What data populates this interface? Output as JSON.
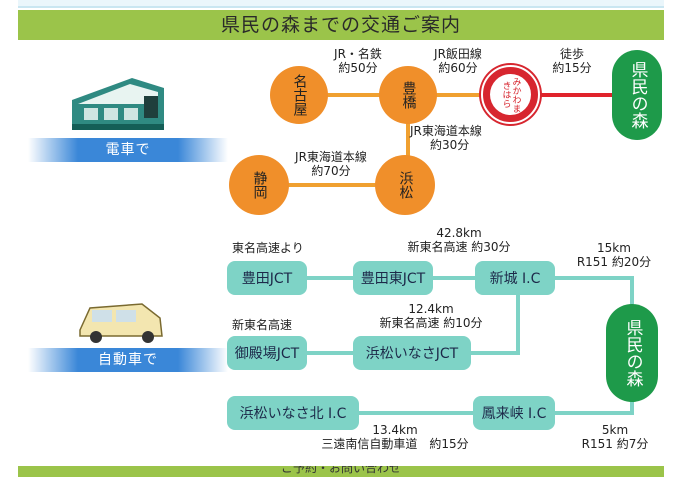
{
  "header": {
    "title": "県民の森までの交通ご案内"
  },
  "footer": {
    "partial_text": "ご予約・お問い合わせ"
  },
  "colors": {
    "header_green": "#9bc44a",
    "station_orange": "#f08f2a",
    "forest_green": "#1e9a4a",
    "rail_orange": "#f0a030",
    "walk_red": "#e0232b",
    "road_teal": "#7ed3c6",
    "banner_blue": "#3a87d8"
  },
  "train": {
    "banner": "電車で",
    "icon": "train-icon",
    "stations": {
      "nagoya": "名古屋",
      "toyohashi": "豊橋",
      "shizuoka": "静岡",
      "hamamatsu": "浜松",
      "mikawa_makihara": "みかわまきはら",
      "destination": "県民の森"
    },
    "segments": {
      "nagoya_toyohashi_line": "JR・名鉄",
      "nagoya_toyohashi_time": "約50分",
      "iida_line": "JR飯田線",
      "iida_time": "約60分",
      "walk_line": "徒歩",
      "walk_time": "約15分",
      "toyohashi_hamamatsu_line": "JR東海道本線",
      "toyohashi_hamamatsu_time": "約30分",
      "shizuoka_hamamatsu_line": "JR東海道本線",
      "shizuoka_hamamatsu_time": "約70分"
    }
  },
  "car": {
    "banner": "自動車で",
    "icon": "car-icon",
    "nodes": {
      "toyota_jct": "豊田JCT",
      "toyota_higashi_jct": "豊田東JCT",
      "shinshiro_ic": "新城 I.C",
      "gotemba_jct": "御殿場JCT",
      "hamamatsu_inasa_jct": "浜松いなさJCT",
      "hamamatsu_inasa_kita_ic": "浜松いなさ北 I.C",
      "horaikyo_ic": "鳳来峡 I.C",
      "destination": "県民の森"
    },
    "labels": {
      "tomei_from": "東名高速より",
      "shintomei": "新東名高速",
      "seg1_dist": "42.8km",
      "seg1_desc": "新東名高速 約30分",
      "seg2_dist": "15km",
      "seg2_desc": "R151 約20分",
      "seg3_dist": "12.4km",
      "seg3_desc": "新東名高速 約10分",
      "seg4_dist": "13.4km",
      "seg4_desc": "三遠南信自動車道　約15分",
      "seg5_dist": "5km",
      "seg5_desc": "R151 約7分"
    }
  }
}
